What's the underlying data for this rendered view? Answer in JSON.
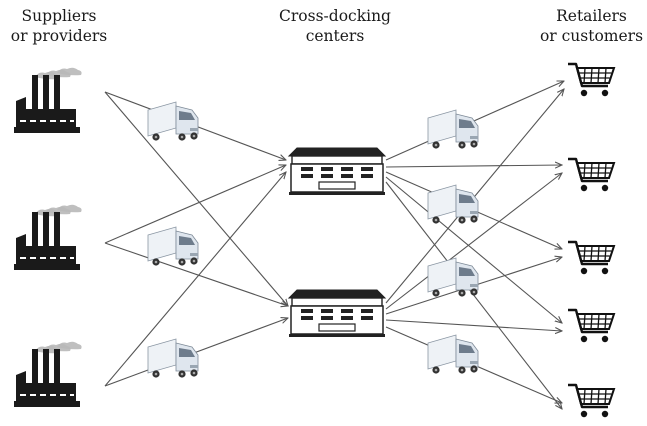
{
  "headers": {
    "suppliers": [
      "Suppliers",
      "or providers"
    ],
    "cross_docking": [
      "Cross-docking",
      "centers"
    ],
    "retailers": [
      "Retailers",
      "or customers"
    ]
  },
  "colors": {
    "line": "#555555",
    "factory": "#1a1a1a",
    "smoke": "#b8b8b8",
    "truck_body": "#eef2f6",
    "truck_cab": "#dfe6ee",
    "wheel": "#333333"
  },
  "icons": {
    "supplier": "factory-icon",
    "center": "warehouse-icon",
    "vehicle": "truck-icon",
    "customer": "shopping-cart-icon"
  },
  "counts": {
    "suppliers": 3,
    "centers": 2,
    "trucks_inbound": 3,
    "trucks_outbound": 4,
    "customers": 5
  }
}
